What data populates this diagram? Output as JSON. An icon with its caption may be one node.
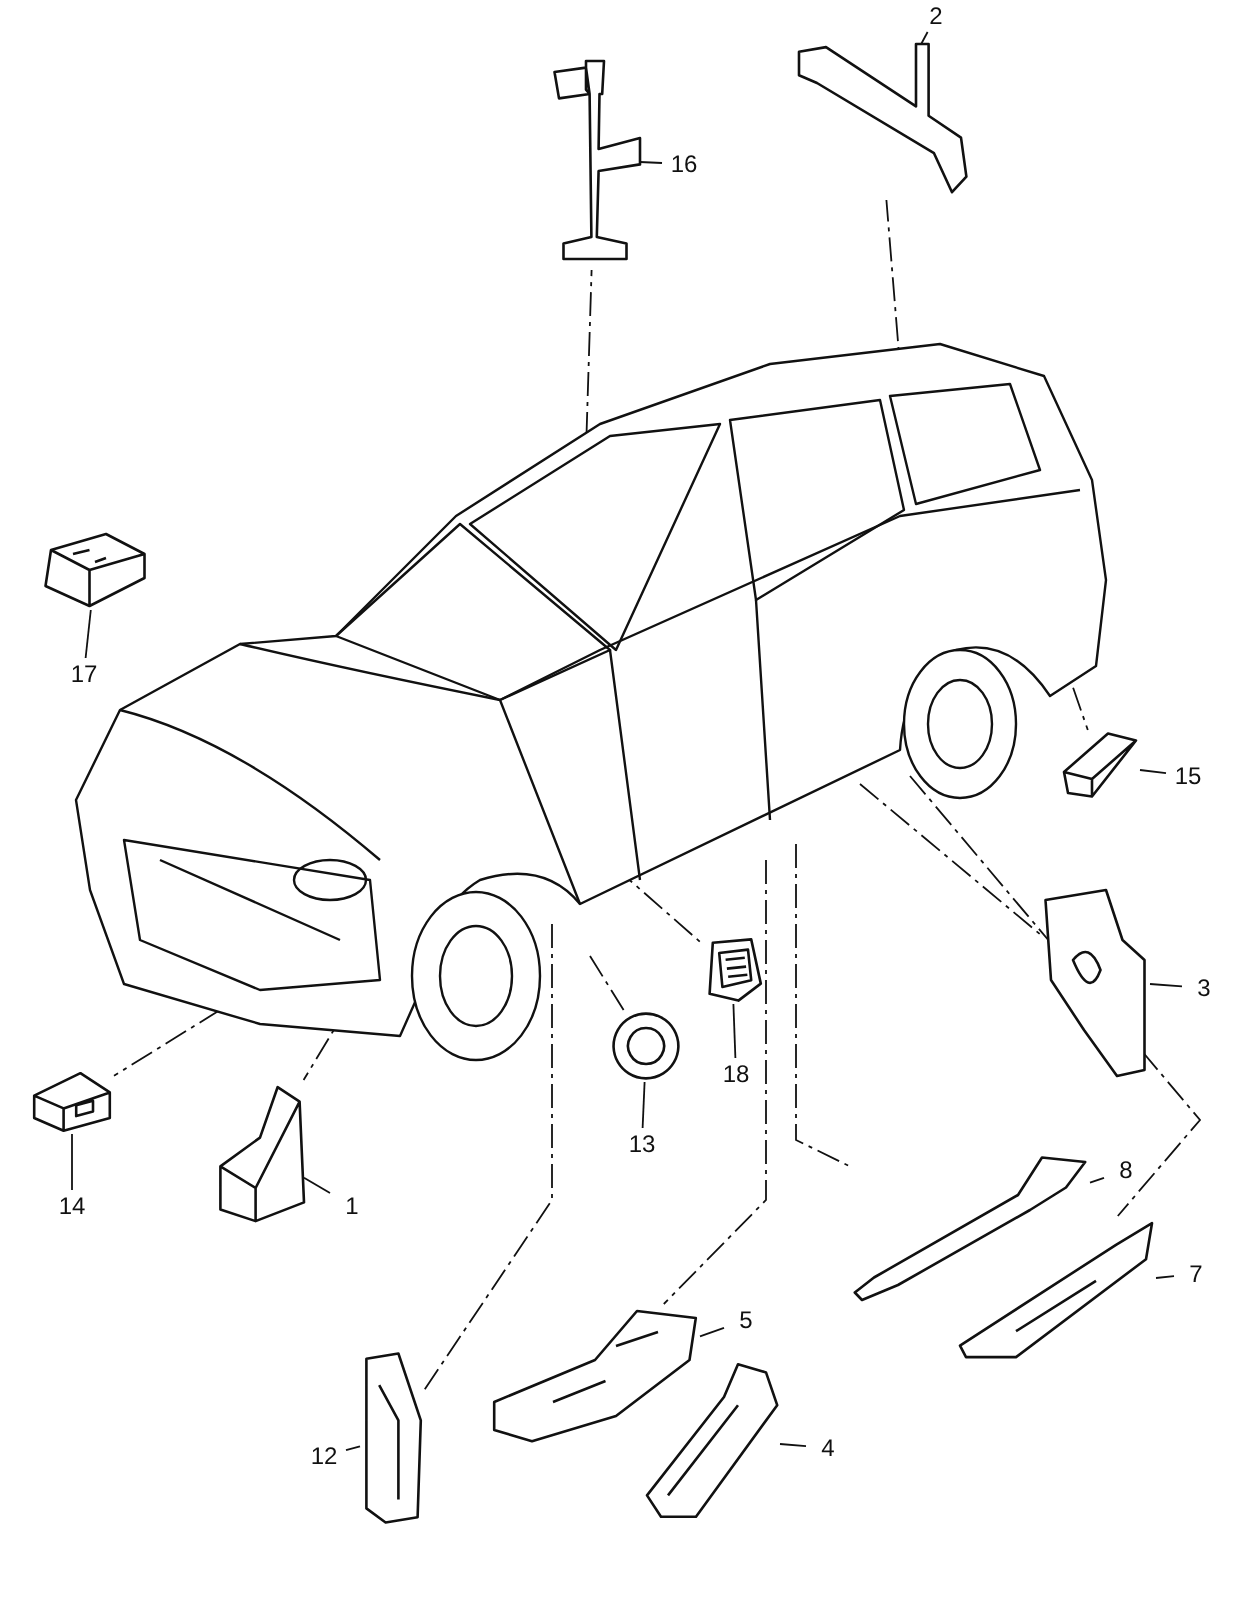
{
  "diagram": {
    "nodes": [
      {
        "text": [],
        "shape": "picture"
      },
      {
        "text": [
          "16"
        ]
      },
      {
        "text": [],
        "shape": "picture"
      },
      {
        "text": [
          "2"
        ]
      },
      {
        "text": [],
        "shape": "picture"
      },
      {
        "text": [
          "17"
        ]
      },
      {
        "text": [],
        "shape": "picture"
      },
      {
        "text": [
          "15"
        ]
      },
      {
        "text": [],
        "shape": "picture"
      },
      {
        "text": [
          "3"
        ]
      },
      {
        "text": [],
        "shape": "picture"
      },
      {
        "text": [
          "18"
        ]
      },
      {
        "text": [],
        "shape": "picture"
      },
      {
        "text": [
          "13"
        ]
      },
      {
        "text": [],
        "shape": "picture"
      },
      {
        "text": [
          "14"
        ]
      },
      {
        "text": [],
        "shape": "picture"
      },
      {
        "text": [
          "1"
        ]
      },
      {
        "text": [],
        "shape": "picture"
      },
      {
        "text": [
          "8"
        ]
      },
      {
        "text": [],
        "shape": "picture"
      },
      {
        "text": [
          "7"
        ]
      },
      {
        "text": [],
        "shape": "picture"
      },
      {
        "text": [
          "5"
        ]
      },
      {
        "text": [],
        "shape": "picture"
      },
      {
        "text": [
          "4"
        ]
      },
      {
        "text": [],
        "shape": "picture"
      },
      {
        "text": [
          "12"
        ]
      },
      {
        "text": [],
        "shape": "picture"
      }
    ],
    "edges": [
      {
        "from": 1,
        "to": 2,
        "arrow": "none"
      },
      {
        "from": 3,
        "to": 4,
        "arrow": "none"
      },
      {
        "from": 5,
        "to": 6,
        "arrow": "none"
      },
      {
        "from": 7,
        "to": 8,
        "arrow": "none"
      },
      {
        "from": 9,
        "to": 10,
        "arrow": "none"
      },
      {
        "from": 11,
        "to": 12,
        "arrow": "none"
      },
      {
        "from": 13,
        "to": 14,
        "arrow": "none"
      },
      {
        "from": 15,
        "to": 16,
        "arrow": "none"
      },
      {
        "from": 17,
        "to": 18,
        "arrow": "none"
      },
      {
        "from": 19,
        "to": 20,
        "arrow": "none"
      },
      {
        "from": 21,
        "to": 22,
        "arrow": "none"
      },
      {
        "from": 23,
        "to": 24,
        "arrow": "none"
      },
      {
        "from": 25,
        "to": 26,
        "arrow": "none"
      },
      {
        "from": 27,
        "to": 28,
        "arrow": "none"
      },
      {
        "from": 0,
        "to": 2,
        "arrow": "none",
        "style": "dashed"
      },
      {
        "from": 0,
        "to": 4,
        "arrow": "none",
        "style": "dashed"
      },
      {
        "from": 0,
        "to": 8,
        "arrow": "none",
        "style": "dashed"
      },
      {
        "from": 0,
        "to": 10,
        "arrow": "none",
        "style": "dashed"
      },
      {
        "from": 0,
        "to": 12,
        "arrow": "none",
        "style": "dashed"
      },
      {
        "from": 0,
        "to": 14,
        "arrow": "none",
        "style": "dashed"
      },
      {
        "from": 0,
        "to": 16,
        "arrow": "none",
        "style": "dashed"
      },
      {
        "from": 0,
        "to": 18,
        "arrow": "none",
        "style": "dashed"
      },
      {
        "from": 0,
        "to": 20,
        "arrow": "none",
        "style": "dashed"
      },
      {
        "from": 0,
        "to": 22,
        "arrow": "none",
        "style": "dashed"
      },
      {
        "from": 0,
        "to": 24,
        "arrow": "none",
        "style": "dashed"
      },
      {
        "from": 0,
        "to": 28,
        "arrow": "none",
        "style": "dashed"
      }
    ]
  }
}
